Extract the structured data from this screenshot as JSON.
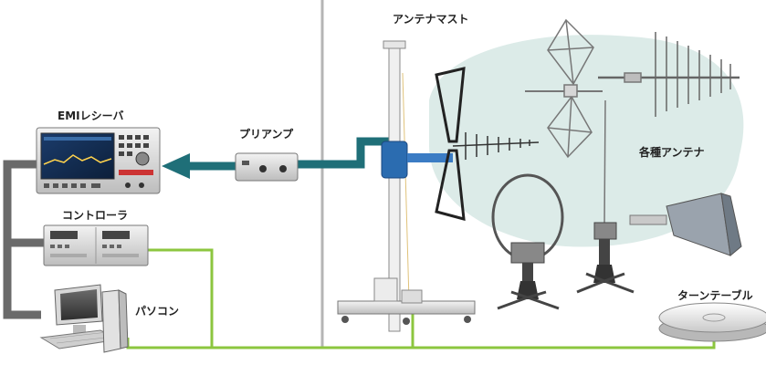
{
  "labels": {
    "emi_receiver": "EMIレシーバ",
    "preamp": "プリアンプ",
    "controller": "コントローラ",
    "pc": "パソコン",
    "antenna_mast": "アンテナマスト",
    "various_antennas": "各種アンテナ",
    "turntable": "ターンテーブル"
  },
  "colors": {
    "rf_cable": "#1f6f78",
    "control_cable": "#8cc63f",
    "power_cable": "#6a6a6a",
    "antenna_zone": "#dcebe8",
    "divider": "#b5b5b5"
  }
}
